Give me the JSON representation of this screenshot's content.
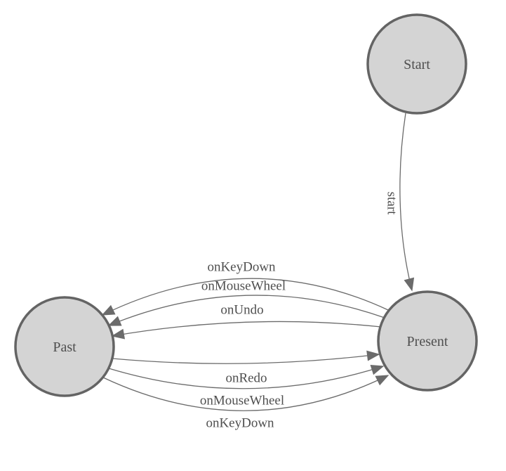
{
  "diagram": {
    "type": "state-machine",
    "background_color": "#ffffff",
    "node_fill_color": "#d4d4d4",
    "node_border_color": "#646464",
    "edge_color": "#6b6b6b",
    "arrowhead_color": "#6b6b6b",
    "text_color": "#4f4f4f",
    "nodes": [
      {
        "id": "start",
        "label": "Start"
      },
      {
        "id": "past",
        "label": "Past"
      },
      {
        "id": "present",
        "label": "Present"
      }
    ],
    "edges": [
      {
        "from": "start",
        "to": "present",
        "label": "start"
      },
      {
        "from": "present",
        "to": "past",
        "label": "onKeyDown"
      },
      {
        "from": "present",
        "to": "past",
        "label": "onMouseWheel"
      },
      {
        "from": "present",
        "to": "past",
        "label": "onUndo"
      },
      {
        "from": "past",
        "to": "present",
        "label": "onRedo"
      },
      {
        "from": "past",
        "to": "present",
        "label": "onMouseWheel"
      },
      {
        "from": "past",
        "to": "present",
        "label": "onKeyDown"
      }
    ]
  }
}
